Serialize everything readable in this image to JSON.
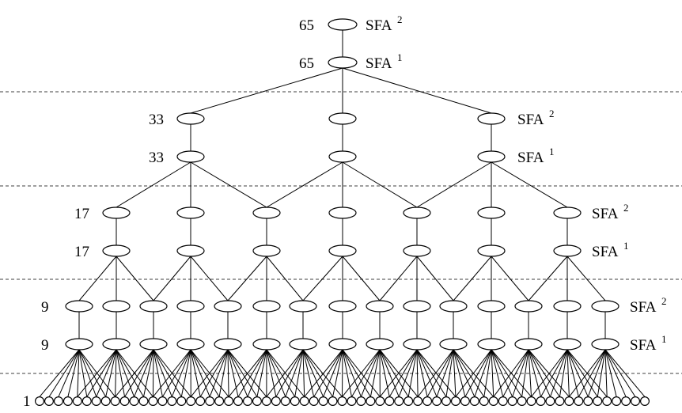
{
  "levels": [
    {
      "count_label": "65",
      "sfa_top": "SFA",
      "sfa_top_sup": "2",
      "sfa_bottom": "SFA",
      "sfa_bottom_sup": "1",
      "top_count_label": "65"
    },
    {
      "count_label": "33",
      "sfa_top": "SFA",
      "sfa_top_sup": "2",
      "sfa_bottom": "SFA",
      "sfa_bottom_sup": "1",
      "top_count_label": "33"
    },
    {
      "count_label": "17",
      "sfa_top": "SFA",
      "sfa_top_sup": "2",
      "sfa_bottom": "SFA",
      "sfa_bottom_sup": "1",
      "top_count_label": "17"
    },
    {
      "count_label": "9",
      "sfa_top": "SFA",
      "sfa_top_sup": "2",
      "sfa_bottom": "SFA",
      "sfa_bottom_sup": "1",
      "top_count_label": "9"
    }
  ],
  "leaf_label": "1"
}
